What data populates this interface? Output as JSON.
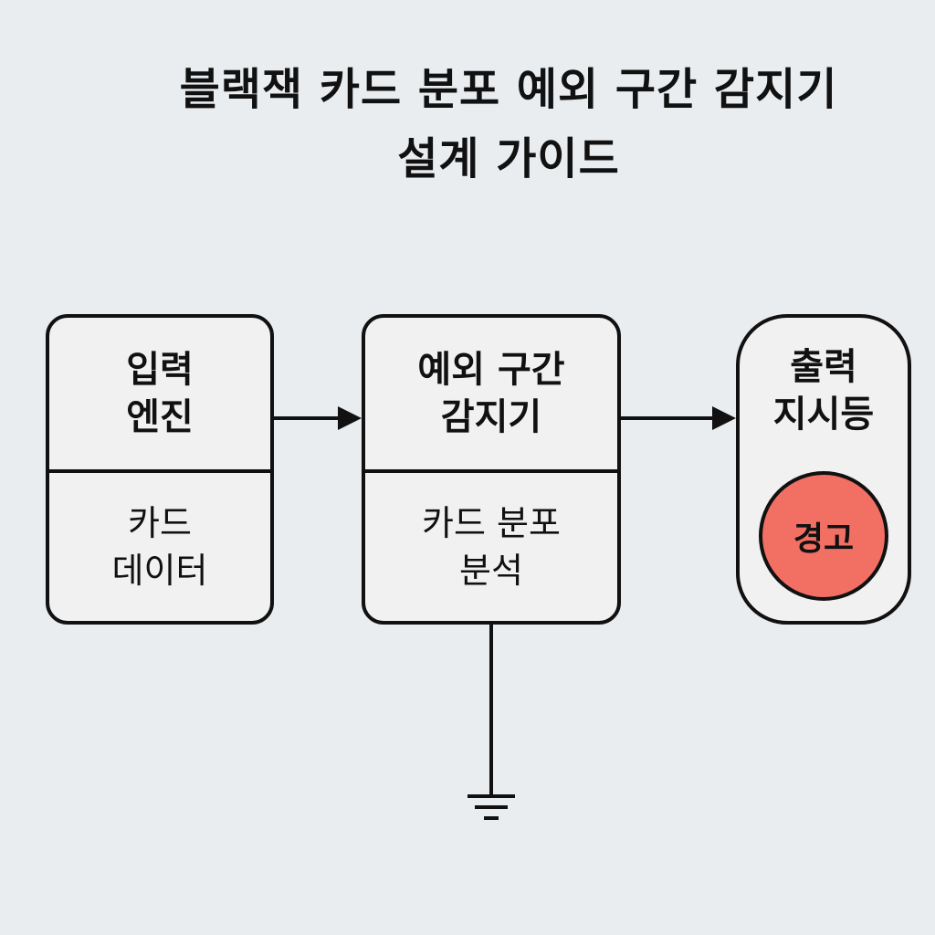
{
  "title": "블랙잭 카드 분포 예외 구간 감지기\n설계 가이드",
  "blocks": {
    "input": {
      "heading": "입력\n엔진",
      "body": "카드\n데이터"
    },
    "detector": {
      "heading": "예외 구간\n감지기",
      "body": "카드 분포\n분석"
    },
    "output": {
      "heading": "출력\n지시등",
      "lamp_label": "경고",
      "lamp_color": "#f26f63"
    }
  },
  "colors": {
    "background": "#e9edf0",
    "block_fill": "#f1f1f1",
    "stroke": "#111111"
  },
  "icons": [
    "arrow-right-icon",
    "ground-symbol-icon"
  ]
}
